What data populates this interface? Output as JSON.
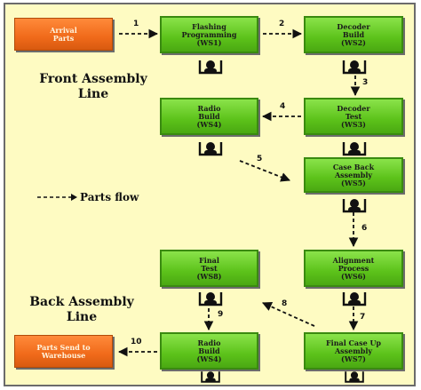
{
  "sections": {
    "front": "Front Assembly Line",
    "back": "Back Assembly Line"
  },
  "legend": {
    "label": "Parts flow"
  },
  "boxes": {
    "arrival": {
      "line1": "Arrival",
      "line2": "Parts"
    },
    "ws1": {
      "line1": "Flashing",
      "line2": "Programming",
      "line3": "(WS1)"
    },
    "ws2": {
      "line1": "Decoder",
      "line2": "Build",
      "line3": "(WS2)"
    },
    "ws3": {
      "line1": "Decoder",
      "line2": "Test",
      "line3": "(WS3)"
    },
    "ws4a": {
      "line1": "Radio",
      "line2": "Build",
      "line3": "(WS4)"
    },
    "ws5": {
      "line1": "Case Back",
      "line2": "Assembly",
      "line3": "(WS5)"
    },
    "ws6": {
      "line1": "Alignment",
      "line2": "Process",
      "line3": "(WS6)"
    },
    "ws8": {
      "line1": "Final",
      "line2": "Test",
      "line3": "(WS8)"
    },
    "ws4b": {
      "line1": "Radio",
      "line2": "Build",
      "line3": "(WS4)"
    },
    "ws7": {
      "line1": "Final  Case Up",
      "line2": "Assembly",
      "line3": "(WS7)"
    },
    "warehouse": {
      "line1": "Parts Send to",
      "line2": "Warehouse"
    }
  },
  "flow_numbers": [
    "1",
    "2",
    "3",
    "4",
    "5",
    "6",
    "7",
    "8",
    "9",
    "10"
  ],
  "colors": {
    "background": "#fefbc2",
    "station": "#5cc21a",
    "endpoint": "#f06a1a"
  },
  "icons": {
    "worker": "worker-at-station-icon",
    "arrow": "dashed-arrow-icon"
  }
}
